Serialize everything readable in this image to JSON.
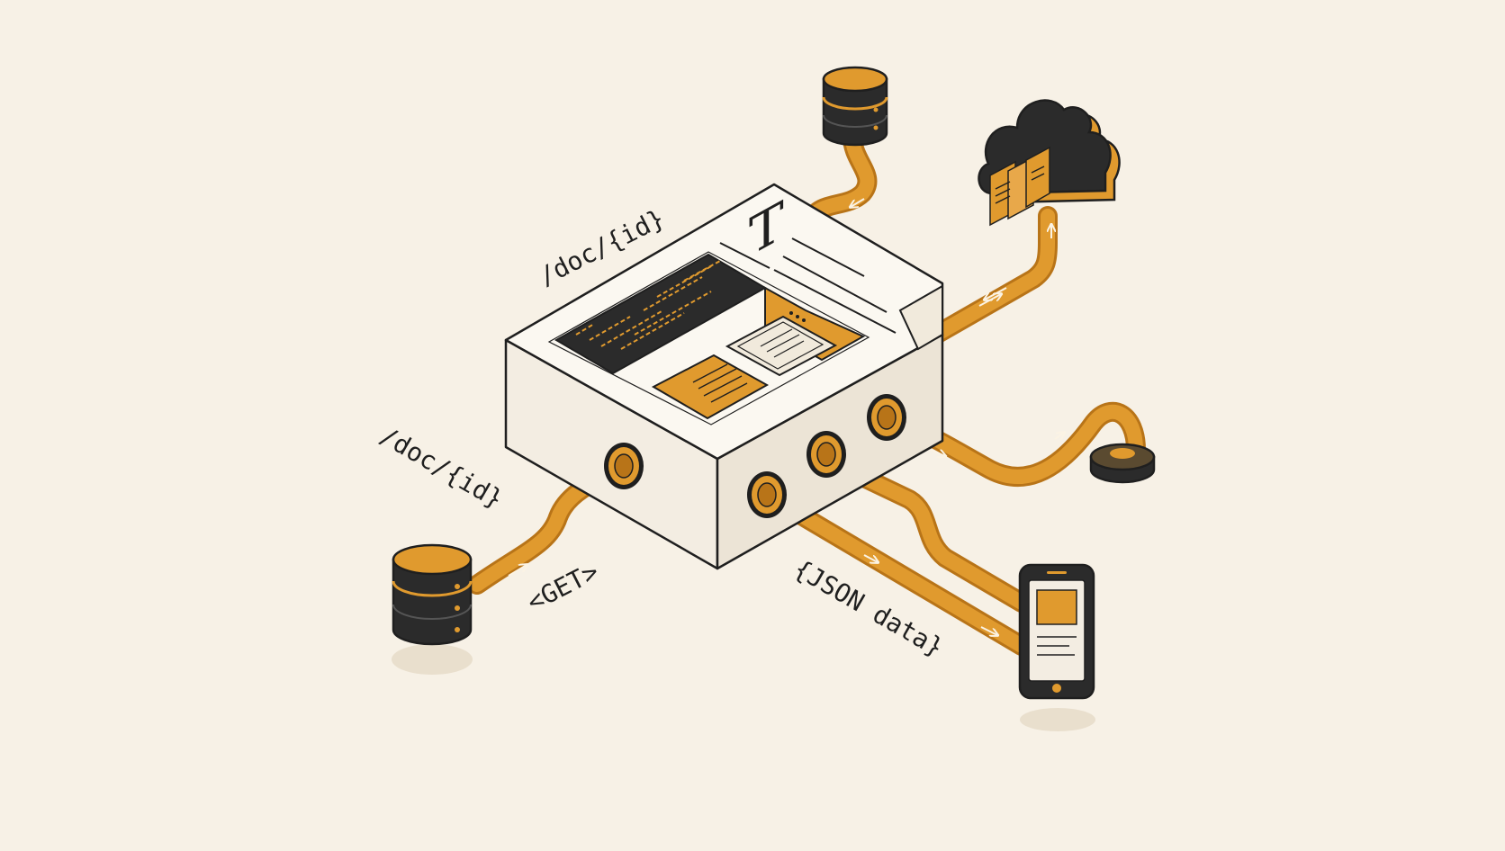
{
  "colors": {
    "background": "#f7f1e6",
    "pipe": "#e09a2e",
    "pipe_dark": "#b87418",
    "ink": "#1f1f1f",
    "dark_panel": "#2b2b2b",
    "box_top": "#fbf8f1",
    "box_left": "#f3ede2",
    "box_right": "#ece4d6",
    "shadow": "#e9dfcd"
  },
  "icons": {
    "hub": "api-server-box",
    "sources": [
      "database-icon",
      "database-icon",
      "cloud-icon",
      "storage-puck-icon",
      "smartphone-icon"
    ]
  },
  "labels": {
    "doc_route_top": "/doc/{id}",
    "doc_route_left": "/doc/{id}",
    "get_method": "<GET>",
    "json_payload": "{JSON data}"
  },
  "hub_screen": {
    "title_glyph": "T"
  }
}
